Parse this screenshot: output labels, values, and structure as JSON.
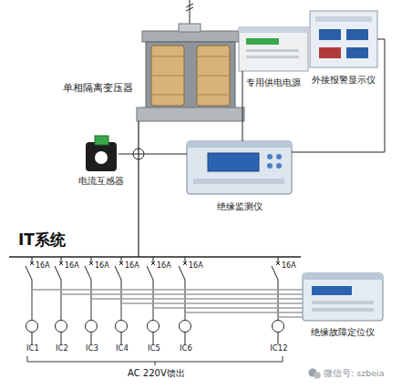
{
  "diagram": {
    "nodes": [
      {
        "text": [
          "单相隔离变压器"
        ]
      },
      {
        "text": [
          "专用供电电源"
        ]
      },
      {
        "text": [
          "外接报警显示仪"
        ]
      },
      {
        "text": [
          "电流互感器"
        ]
      },
      {
        "text": [
          "绝缘监测仪"
        ]
      },
      {
        "text": [
          "绝缘故障定位仪"
        ]
      },
      {
        "text": [
          "IC1"
        ]
      },
      {
        "text": [
          "IC2"
        ]
      },
      {
        "text": [
          "IC3"
        ]
      },
      {
        "text": [
          "IC4"
        ]
      },
      {
        "text": [
          "IC5"
        ]
      },
      {
        "text": [
          "IC6"
        ]
      },
      {
        "text": [
          "IC12"
        ]
      }
    ],
    "edges": [
      {
        "from": 3,
        "to": 4,
        "arrow": "none"
      },
      {
        "from": 1,
        "to": 4,
        "arrow": "none"
      },
      {
        "from": 2,
        "to": 4,
        "arrow": "none"
      },
      {
        "from": 6,
        "to": 5,
        "arrow": "none"
      },
      {
        "from": 7,
        "to": 5,
        "arrow": "none"
      },
      {
        "from": 8,
        "to": 5,
        "arrow": "none"
      },
      {
        "from": 9,
        "to": 5,
        "arrow": "none"
      },
      {
        "from": 10,
        "to": 5,
        "arrow": "none"
      },
      {
        "from": 11,
        "to": 5,
        "arrow": "none"
      },
      {
        "from": 12,
        "to": 5,
        "arrow": "none"
      }
    ],
    "labels": [
      "IT系统",
      "16A",
      "16A",
      "16A",
      "16A",
      "16A",
      "16A",
      "16A",
      "AC 220V馈出",
      "微信号: szbeia"
    ]
  }
}
